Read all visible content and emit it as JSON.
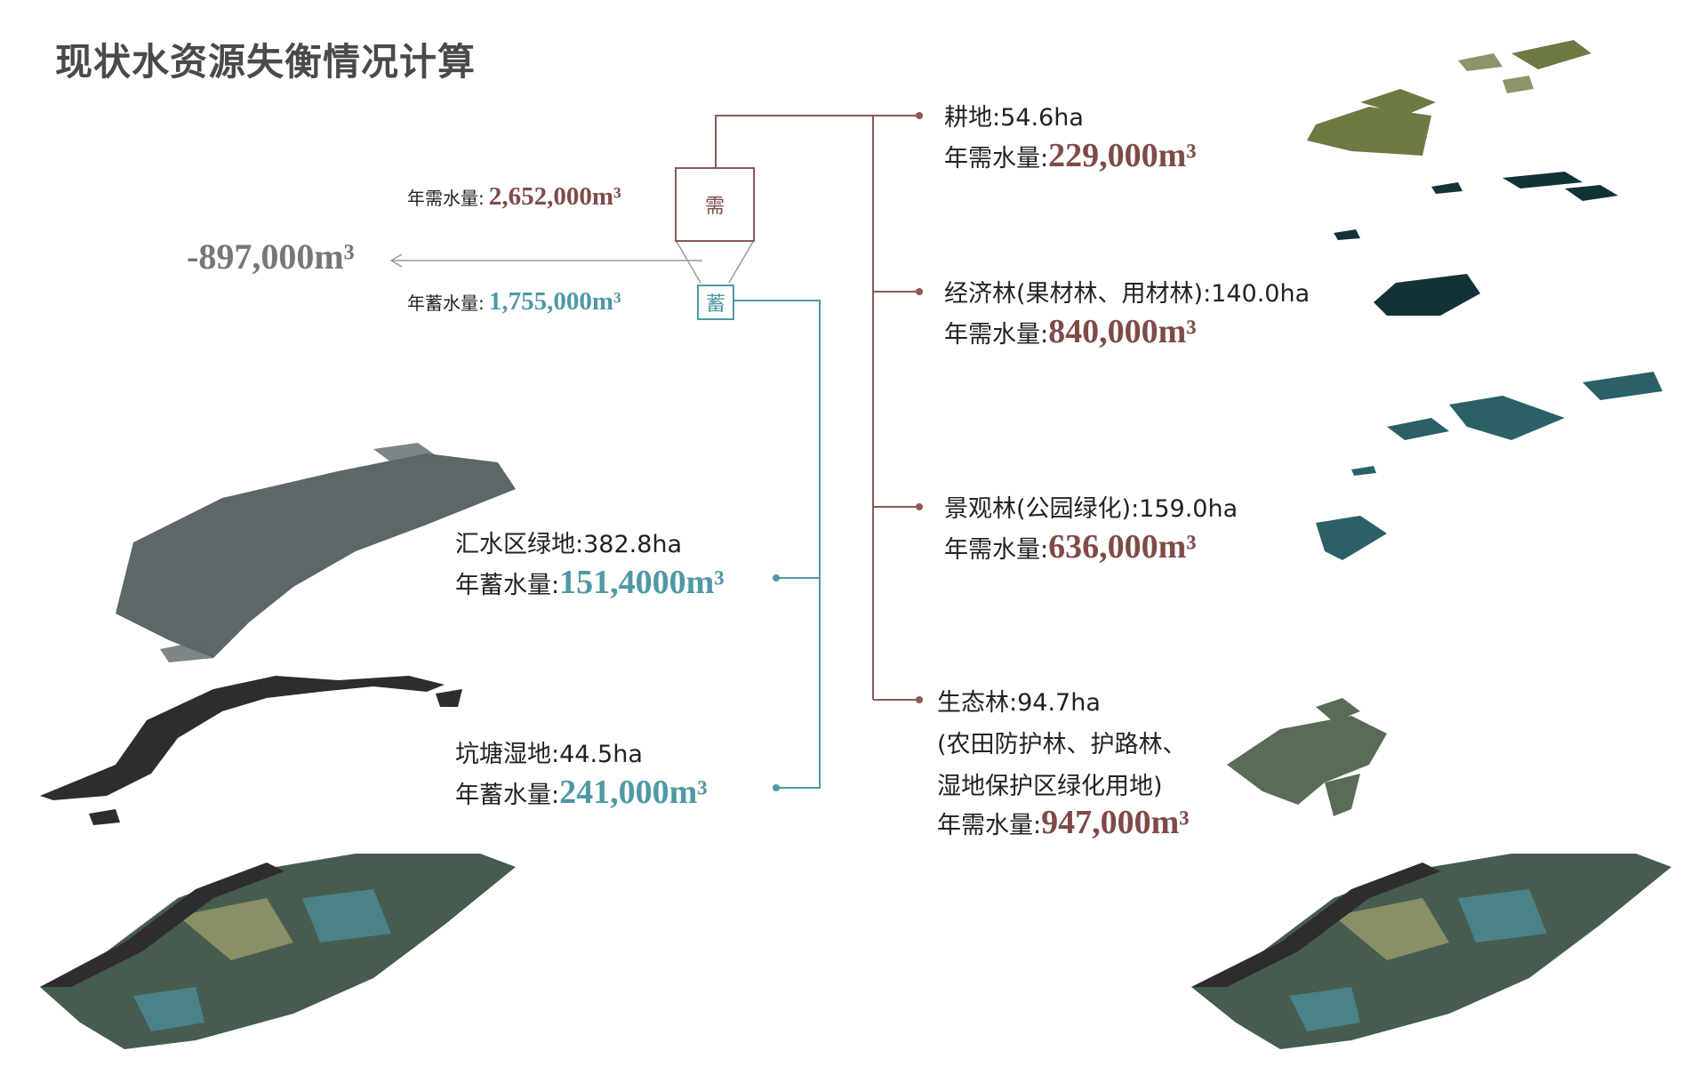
{
  "title": "现状水资源失衡情况计算",
  "colors": {
    "demand": "#7e4b48",
    "storage": "#4f98a5",
    "deficit": "#777777"
  },
  "balance": {
    "demand_label": "年需水量:",
    "demand_value": "2,652,000m³",
    "demand_box": "需",
    "storage_label": "年蓄水量:",
    "storage_value": "1,755,000m³",
    "storage_box": "蓄",
    "deficit_value": "-897,000m³"
  },
  "demand_items": [
    {
      "name": "耕地:54.6ha",
      "label": "年需水量:",
      "value": "229,000m³"
    },
    {
      "name": "经济林(果材林、用材林):140.0ha",
      "label": "年需水量:",
      "value": "840,000m³"
    },
    {
      "name": "景观林(公园绿化):159.0ha",
      "label": "年需水量:",
      "value": "636,000m³"
    },
    {
      "name": "生态林:94.7ha",
      "note1": "(农田防护林、护路林、",
      "note2": "湿地保护区绿化用地)",
      "label": "年需水量:",
      "value": "947,000m³"
    }
  ],
  "storage_items": [
    {
      "name": "汇水区绿地:382.8ha",
      "label": "年蓄水量:",
      "value": "151,4000m³"
    },
    {
      "name": "坑塘湿地:44.5ha",
      "label": "年蓄水量:",
      "value": "241,000m³"
    }
  ],
  "map_colors": {
    "cropland": "#6e7a43",
    "economic": "#133238",
    "landscape": "#2b6166",
    "ecological": "#5a6b58",
    "catchment": "#5d6769",
    "wetland": "#2d2d2d"
  }
}
